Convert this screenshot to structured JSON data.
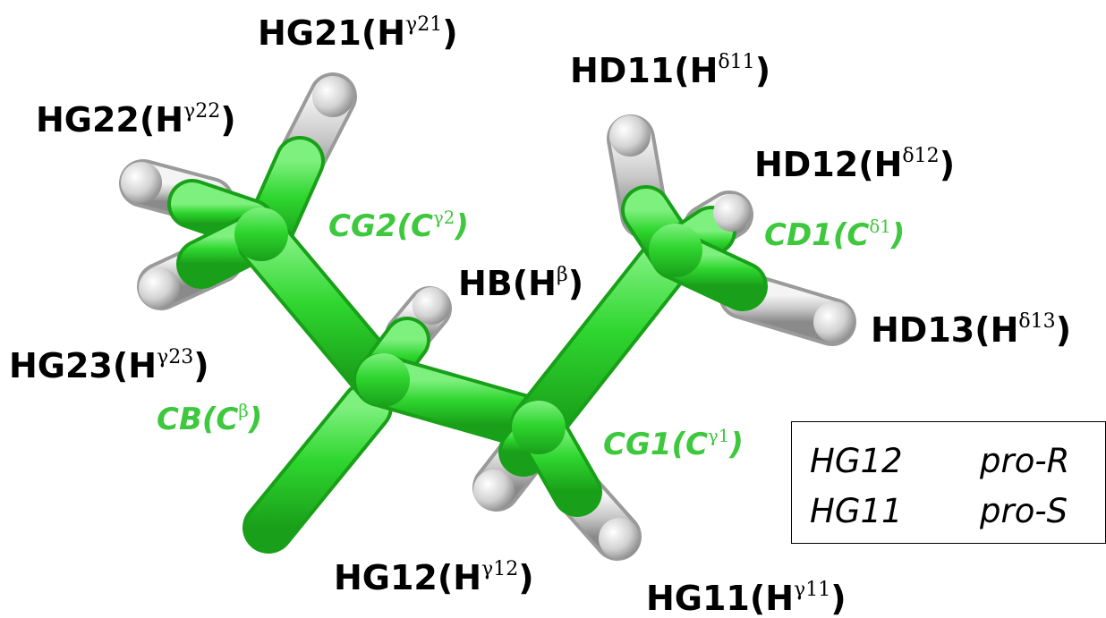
{
  "colors": {
    "carbon": "#3ec83e",
    "hydrogen": "#d6d6d6",
    "text_hydrogen": "#000000",
    "text_carbon": "#3ec83e"
  },
  "labels": {
    "hg21": {
      "base": "HG21(H",
      "sup": "γ21",
      "end": ")"
    },
    "hg22": {
      "base": "HG22(H",
      "sup": "γ22",
      "end": ")"
    },
    "hg23": {
      "base": "HG23(H",
      "sup": "γ23",
      "end": ")"
    },
    "hd11": {
      "base": "HD11(H",
      "sup": "δ11",
      "end": ")"
    },
    "hd12": {
      "base": "HD12(H",
      "sup": "δ12",
      "end": ")"
    },
    "hd13": {
      "base": "HD13(H",
      "sup": "δ13",
      "end": ")"
    },
    "hb": {
      "base": "HB(H",
      "sup": "β",
      "end": ")"
    },
    "hg12": {
      "base": "HG12(H",
      "sup": "γ12",
      "end": ")"
    },
    "hg11": {
      "base": "HG11(H",
      "sup": "γ11",
      "end": ")"
    },
    "cg2": {
      "base": "CG2(C",
      "sup": "γ2",
      "end": ")"
    },
    "cd1": {
      "base": "CD1(C",
      "sup": "δ1",
      "end": ")"
    },
    "cb": {
      "base": "CB(C",
      "sup": "β",
      "end": ")"
    },
    "cg1": {
      "base": "CG1(C",
      "sup": "γ1",
      "end": ")"
    }
  },
  "legend": {
    "rows": [
      {
        "name": "HG12",
        "desc": "pro-R"
      },
      {
        "name": "HG11",
        "desc": "pro-S"
      }
    ]
  }
}
